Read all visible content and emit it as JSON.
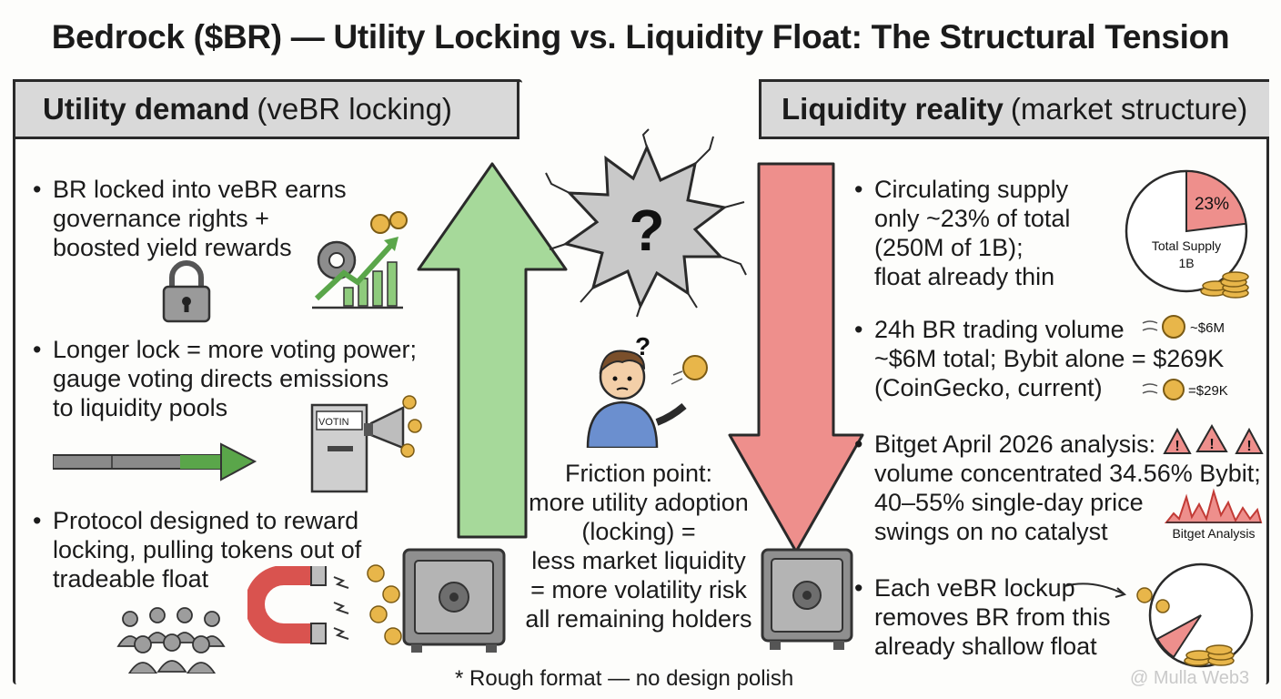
{
  "title": "Bedrock ($BR) — Utility Locking vs. Liquidity Float: The Structural Tension",
  "left_panel": {
    "heading_bold": "Utility demand",
    "heading_rest": "(veBR locking)",
    "bullets": [
      {
        "lines": [
          "BR locked into veBR earns",
          "governance rights +",
          "boosted yield rewards"
        ]
      },
      {
        "lines": [
          "Longer lock = more voting power;",
          "gauge voting directs emissions",
          "to liquidity pools"
        ]
      },
      {
        "lines": [
          "Protocol designed to reward",
          "locking, pulling tokens out of",
          "tradeable float"
        ]
      }
    ],
    "voting_sign": "VOTIN"
  },
  "right_panel": {
    "heading_bold": "Liquidity reality",
    "heading_rest": "(market structure)",
    "bullets": [
      {
        "lines": [
          "Circulating supply",
          "only ~23% of total",
          "(250M of 1B);",
          "float already thin"
        ]
      },
      {
        "lines": [
          "24h BR trading volume",
          "~$6M total; Bybit alone = $269K",
          "(CoinGecko, current)"
        ]
      },
      {
        "lines": [
          "Bitget April 2026 analysis:",
          "volume concentrated 34.56% Bybit;",
          "40–55% single-day price",
          "swings on no catalyst"
        ]
      },
      {
        "lines": [
          "Each veBR lockup",
          "removes BR from this",
          "already shallow float"
        ]
      }
    ],
    "pie": {
      "percent_label": "23%",
      "caption_line1": "Total Supply",
      "caption_line2": "1B",
      "share": 0.23
    },
    "volume_label_1": "~$6M",
    "volume_label_2": "=$29K",
    "bitget_caption": "Bitget Analysis"
  },
  "center": {
    "question_mark": "?",
    "friction_lines": [
      "Friction point:",
      "more utility adoption",
      "(locking) =",
      "less market liquidity",
      "= more volatility risk",
      "all remaining holders"
    ]
  },
  "footnote": "* Rough format — no design polish",
  "watermark": "@ Mulla Web3",
  "colors": {
    "up_arrow": "#a6d99a",
    "down_arrow": "#ee8f8c",
    "header_bg": "#d9d9d9",
    "coin": "#e8b64a"
  }
}
